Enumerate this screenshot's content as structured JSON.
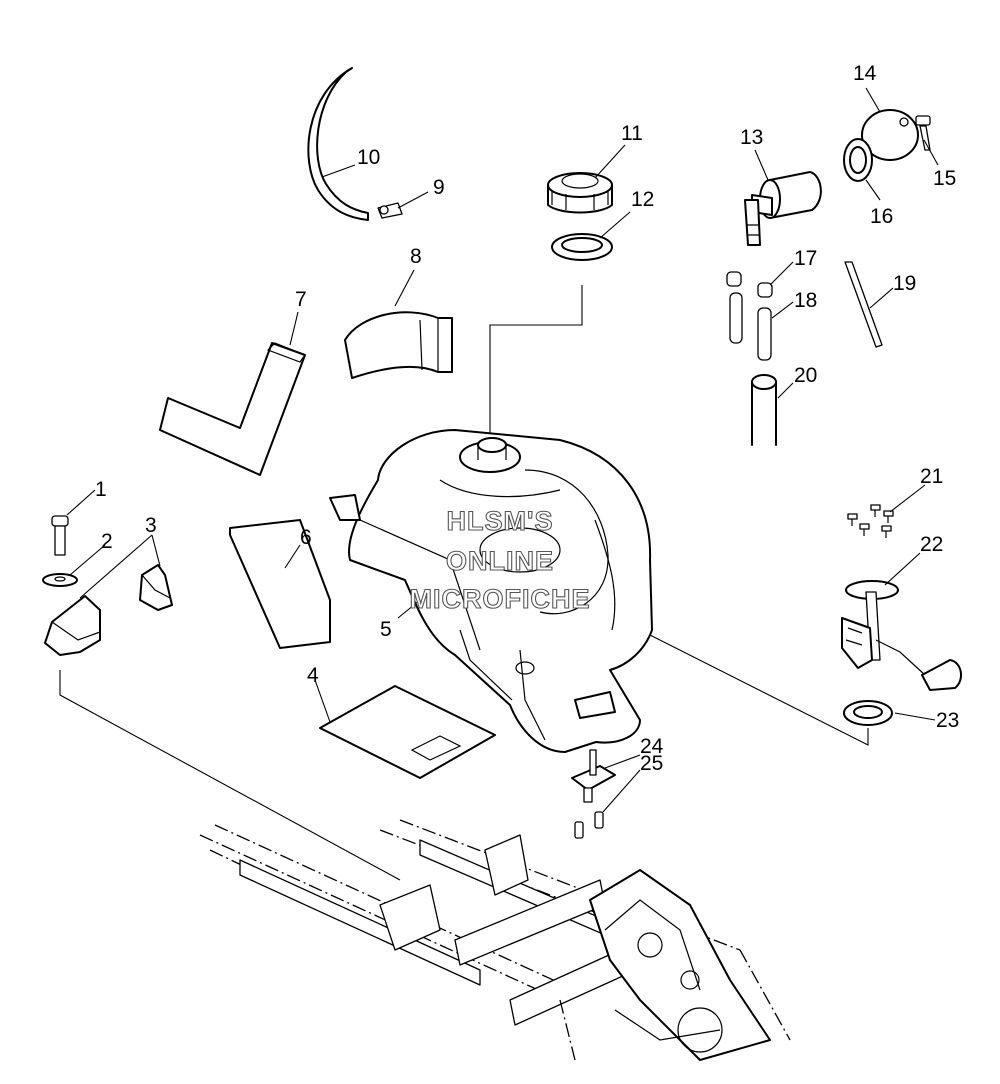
{
  "watermark": {
    "line1": "HLSM'S",
    "line2": "ONLINE",
    "line3": "MICROFICHE"
  },
  "callouts": {
    "c1": "1",
    "c2": "2",
    "c3": "3",
    "c4": "4",
    "c5": "5",
    "c6": "6",
    "c7": "7",
    "c8": "8",
    "c9": "9",
    "c10": "10",
    "c11": "11",
    "c12": "12",
    "c13": "13",
    "c14": "14",
    "c15": "15",
    "c16": "16",
    "c17": "17",
    "c18": "18",
    "c19": "19",
    "c20": "20",
    "c21": "21",
    "c22": "22",
    "c23": "23",
    "c24": "24",
    "c25": "25"
  }
}
